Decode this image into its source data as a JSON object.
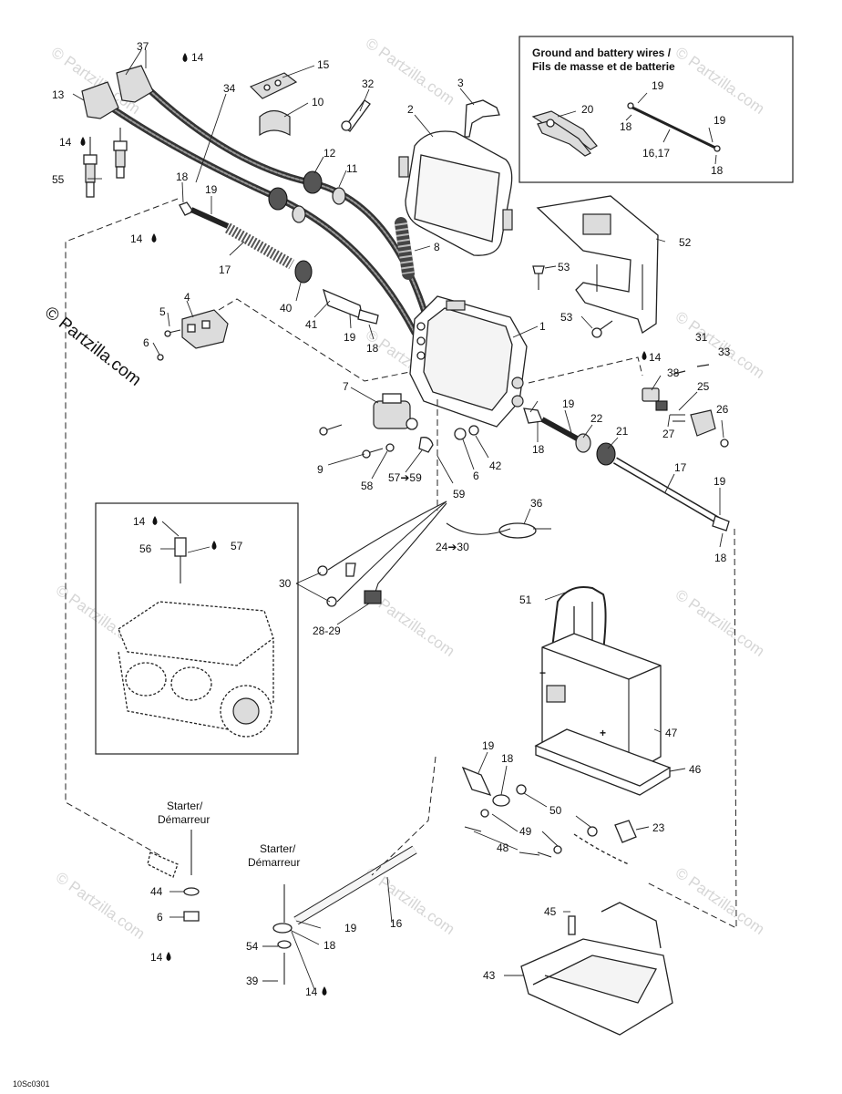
{
  "inset_title_line1": "Ground and battery wires /",
  "inset_title_line2": "Fils de masse et de batterie",
  "starter_label_line1": "Starter/",
  "starter_label_line2": "Démarreur",
  "watermark_side": "© Partzilla.com",
  "watermark_repeat": "© Partzilla.com",
  "drawing_code": "10Sc0301",
  "sealant_symbol": "💧",
  "callouts": {
    "c1": "1",
    "c2": "2",
    "c3": "3",
    "c4": "4",
    "c5": "5",
    "c6a": "6",
    "c6b": "6",
    "c6c": "6",
    "c7": "7",
    "c8": "8",
    "c9": "9",
    "c10": "10",
    "c11": "11",
    "c12": "12",
    "c13": "13",
    "c14a": "14",
    "c14b": "14",
    "c14c": "14",
    "c14d": "14",
    "c14e": "14",
    "c14f": "14",
    "c14g": "14",
    "c15": "15",
    "c16_17": "16,17",
    "c16": "16",
    "c17a": "17",
    "c17b": "17",
    "c18a": "18",
    "c18b": "18",
    "c18c": "18",
    "c18d": "18",
    "c18e": "18",
    "c18f": "18",
    "c18g": "18",
    "c19a": "19",
    "c19b": "19",
    "c19c": "19",
    "c19d": "19",
    "c19e": "19",
    "c19f": "19",
    "c19g": "19",
    "c19h": "19",
    "c20": "20",
    "c21": "21",
    "c22": "22",
    "c23": "23",
    "c24_30": "24➔30",
    "c25": "25",
    "c26": "26",
    "c27": "27",
    "c28_29": "28-29",
    "c30": "30",
    "c31": "31",
    "c32": "32",
    "c33": "33",
    "c34": "34",
    "c36": "36",
    "c37": "37",
    "c38": "38",
    "c39": "39",
    "c40": "40",
    "c41": "41",
    "c42": "42",
    "c43": "43",
    "c44": "44",
    "c45": "45",
    "c46": "46",
    "c47": "47",
    "c48": "48",
    "c49": "49",
    "c50": "50",
    "c51": "51",
    "c52": "52",
    "c53a": "53",
    "c53b": "53",
    "c54": "54",
    "c55": "55",
    "c56": "56",
    "c57": "57",
    "c57_59": "57➔59",
    "c58": "58",
    "c59": "59"
  }
}
